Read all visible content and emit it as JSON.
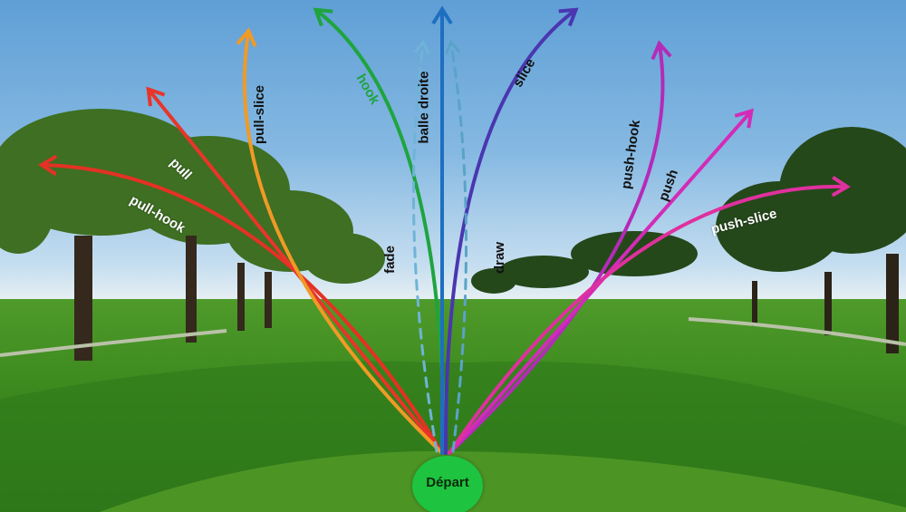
{
  "diagram": {
    "subject": "Golf ball flight trajectories from the tee",
    "start_label": "Départ",
    "trajectories": [
      {
        "id": "pull-hook",
        "label": "pull-hook",
        "color": "#e53125",
        "style": "solid"
      },
      {
        "id": "pull",
        "label": "pull",
        "color": "#e8352a",
        "style": "solid"
      },
      {
        "id": "pull-slice",
        "label": "pull-slice",
        "color": "#f3a024",
        "style": "solid"
      },
      {
        "id": "hook",
        "label": "hook",
        "color": "#1fa43f",
        "style": "solid"
      },
      {
        "id": "fade",
        "label": "fade",
        "color": "#6fb4d6",
        "style": "dashed"
      },
      {
        "id": "balle-droite",
        "label": "balle droite",
        "color": "#1e6fc0",
        "style": "solid"
      },
      {
        "id": "draw",
        "label": "draw",
        "color": "#5aa3c8",
        "style": "dashed"
      },
      {
        "id": "slice",
        "label": "slice",
        "color": "#4a36b0",
        "style": "solid"
      },
      {
        "id": "push-hook",
        "label": "push-hook",
        "color": "#b42bb8",
        "style": "solid"
      },
      {
        "id": "push",
        "label": "push",
        "color": "#d32bb8",
        "style": "solid"
      },
      {
        "id": "push-slice",
        "label": "push-slice",
        "color": "#e0309e",
        "style": "solid"
      }
    ]
  }
}
